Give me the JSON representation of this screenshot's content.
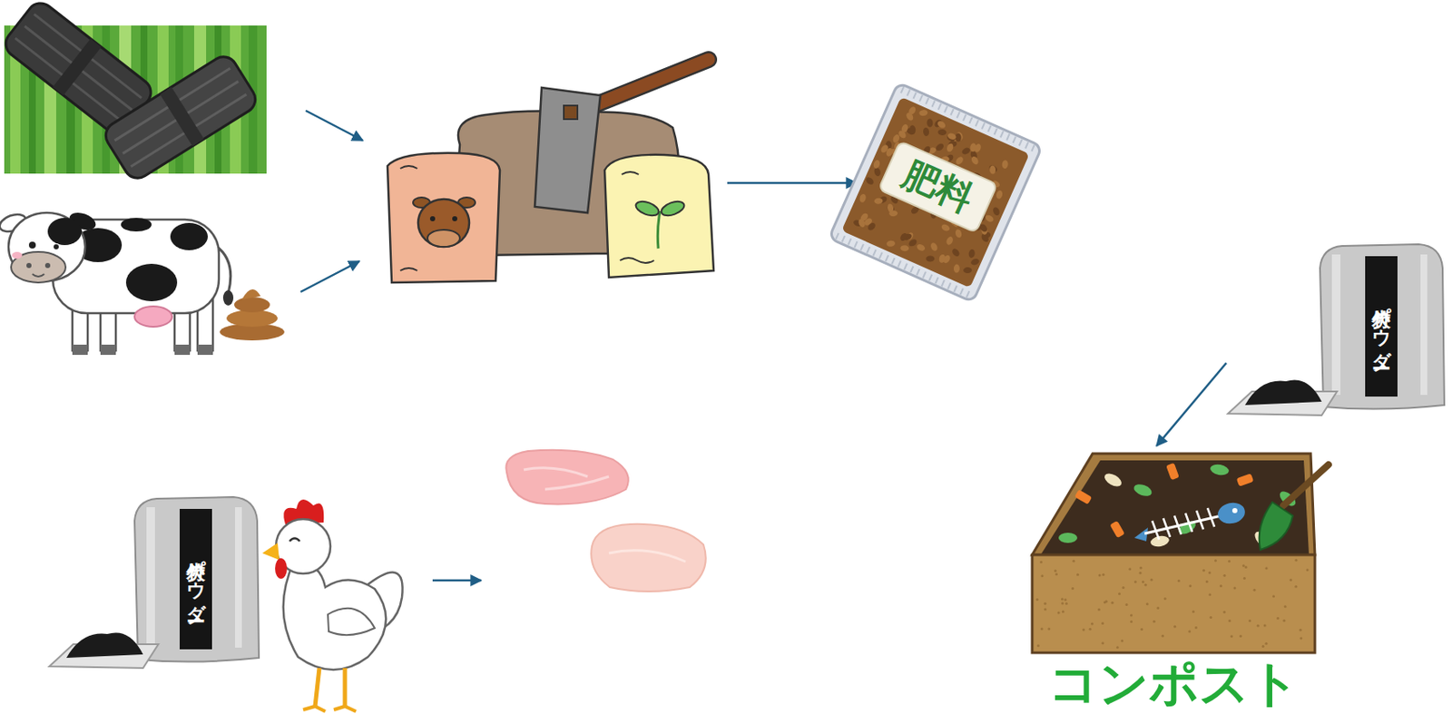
{
  "diagram": {
    "nodes": [
      {
        "text": [
          "肥料"
        ]
      },
      {
        "text": [
          "竹炭パウダー"
        ]
      },
      {
        "text": [
          "竹炭パウダー"
        ]
      },
      {
        "text": [
          "コンポスト"
        ]
      }
    ],
    "edges": [
      {
        "from": 1,
        "to": 3,
        "arrow": "to"
      }
    ]
  }
}
